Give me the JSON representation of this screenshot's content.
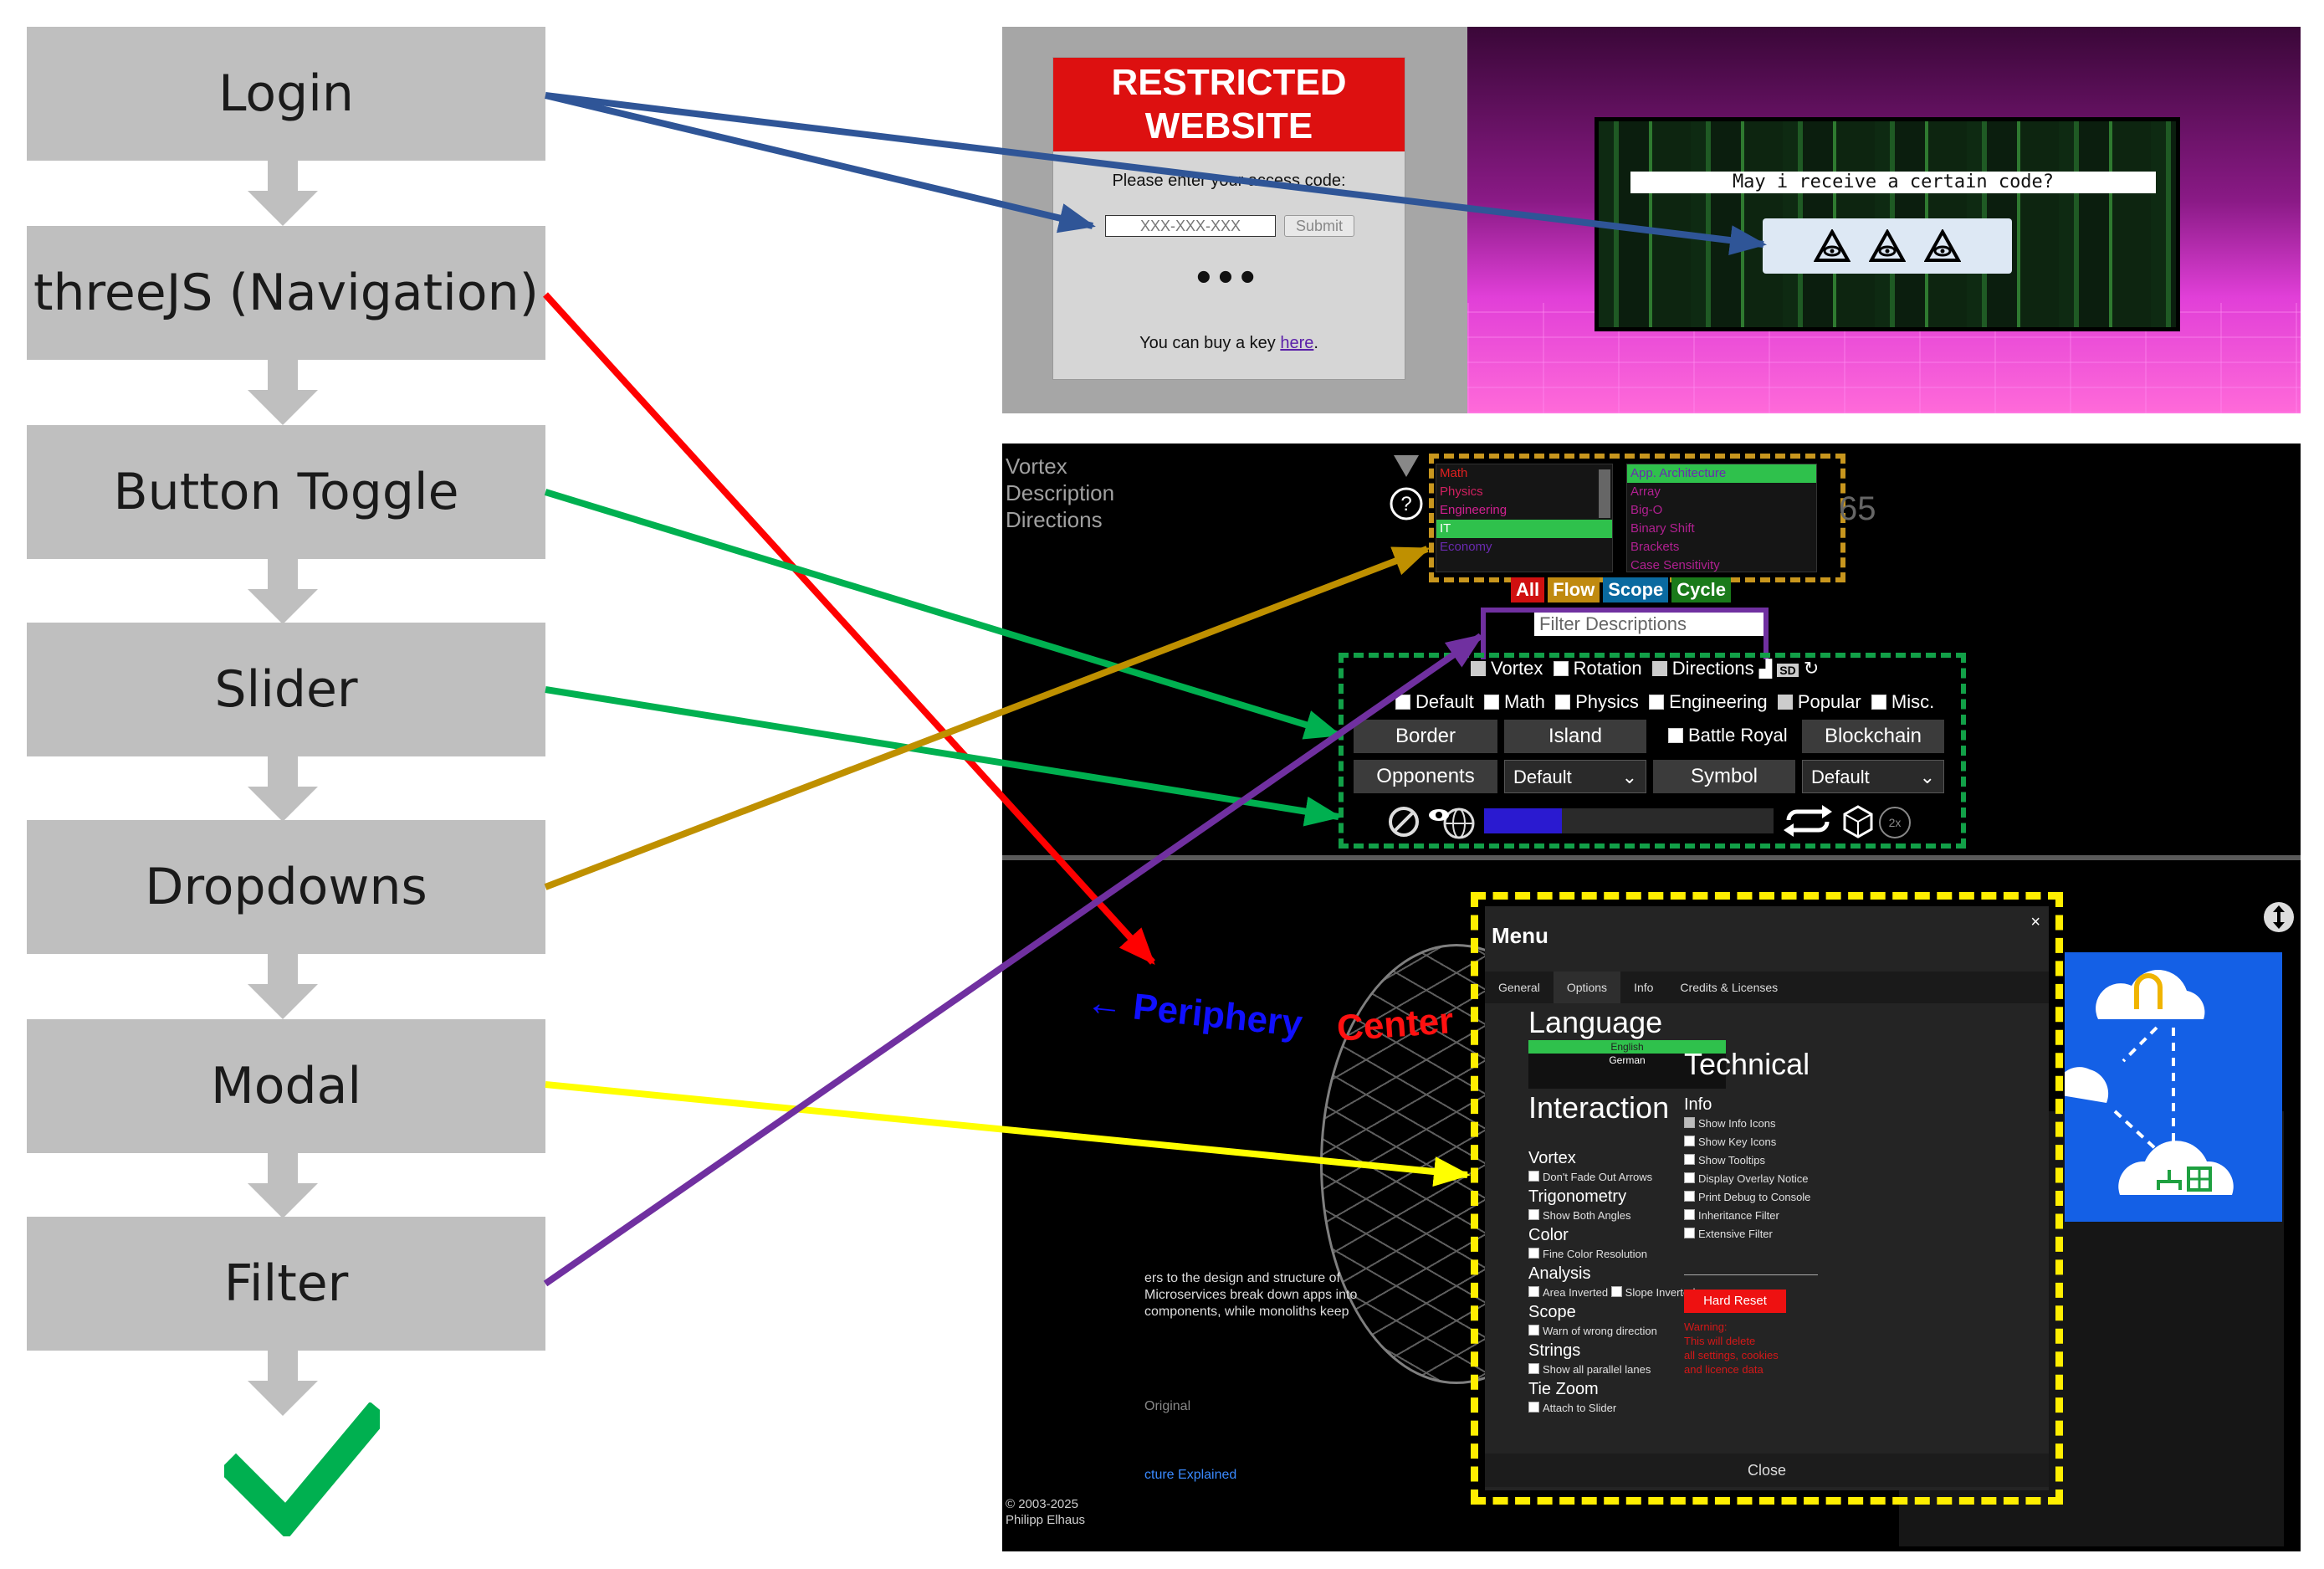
{
  "flow": {
    "steps": [
      "Login",
      "threeJS (Navigation)",
      "Button Toggle",
      "Slider",
      "Dropdowns",
      "Modal",
      "Filter"
    ]
  },
  "colors": {
    "login_arrow": "#2f5597",
    "threejs_arrow": "#ff0000",
    "toggle_arrow": "#00b050",
    "slider_arrow": "#00b050",
    "dropdown_arrow": "#bf9000",
    "modal_arrow": "#ffff00",
    "filter_arrow": "#7030a0",
    "checkmark": "#00b050"
  },
  "icons": {
    "flow_end": "checkmark-icon",
    "neon_buttons": "eye-triangle-icon"
  },
  "login": {
    "title_line1": "RESTRICTED",
    "title_line2": "WEBSITE",
    "prompt": "Please enter your access code:",
    "placeholder": "XXX-XXX-XXX",
    "submit": "Submit",
    "dots": "•••",
    "buy_text": "You can buy a key ",
    "buy_link": "here",
    "buy_end": "."
  },
  "neon": {
    "prompt": "May i receive a certain code?"
  },
  "vortex": {
    "labels": [
      "Vortex",
      "Description",
      "Directions"
    ],
    "number_partial": "65",
    "left_list": [
      "Math",
      "Physics",
      "Engineering",
      "IT",
      "Economy"
    ],
    "right_list": [
      "App. Architecture",
      "Array",
      "Big-O",
      "Binary Shift",
      "Brackets",
      "Case Sensitivity"
    ],
    "flow_tags": [
      "All",
      "Flow",
      "Scope",
      "Cycle"
    ],
    "filter_placeholder": "Filter Descriptions",
    "toggles_row1": [
      "Vortex",
      "Rotation",
      "Directions"
    ],
    "sd_badge": "SD",
    "toggles_row2": [
      "Default",
      "Math",
      "Physics",
      "Engineering",
      "Popular",
      "Misc."
    ],
    "buttons_row1": [
      "Border",
      "Island",
      "Battle Royal",
      "Blockchain"
    ],
    "buttons_row2": [
      "Opponents",
      "Default",
      "Symbol",
      "Default"
    ],
    "slider_value": 0.27,
    "speed_badge": "2x"
  },
  "bottom": {
    "periphery": "← Periphery",
    "center": "Center",
    "info_text": "ers to the design and structure of Microservices break down apps into components, while monoliths keep",
    "info_original": "Original",
    "info_link": "cture Explained",
    "copyright_line1": "© 2003-2025",
    "copyright_line2": "Philipp Elhaus"
  },
  "modal": {
    "title": "Menu",
    "close_x": "×",
    "tabs": [
      "General",
      "Options",
      "Info",
      "Credits & Licenses"
    ],
    "language_heading": "Language",
    "languages": [
      "English",
      "German"
    ],
    "interaction_heading": "Interaction",
    "sections": [
      {
        "name": "Vortex",
        "options": [
          "Don't Fade Out Arrows"
        ]
      },
      {
        "name": "Trigonometry",
        "options": [
          "Show Both Angles"
        ]
      },
      {
        "name": "Color",
        "options": [
          "Fine Color Resolution"
        ]
      },
      {
        "name": "Analysis",
        "options": [
          "Area Inverted",
          "Slope Inverted"
        ]
      },
      {
        "name": "Scope",
        "options": [
          "Warn of wrong direction"
        ]
      },
      {
        "name": "Strings",
        "options": [
          "Show all parallel lanes"
        ]
      },
      {
        "name": "Tie Zoom",
        "options": [
          "Attach to Slider"
        ]
      }
    ],
    "technical_heading": "Technical",
    "info_heading": "Info",
    "technical_options": [
      "Show Info Icons",
      "Show Key Icons",
      "Show Tooltips",
      "Display Overlay Notice",
      "Print Debug to Console",
      "Inheritance Filter",
      "Extensive Filter"
    ],
    "hard_reset": "Hard Reset",
    "warning": "Warning:\nThis will delete\nall settings, cookies\nand licence data",
    "close": "Close"
  }
}
